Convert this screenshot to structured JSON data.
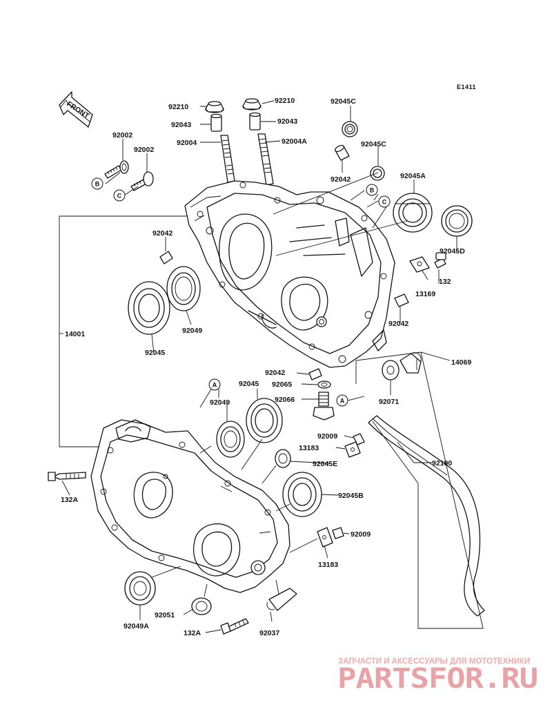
{
  "diagram_code": "E1411",
  "front_label": "FRONT",
  "labels": {
    "p92210_left": "92210",
    "p92210_right": "92210",
    "p92043_left": "92043",
    "p92043_right": "92043",
    "p92004": "92004",
    "p92004A": "92004A",
    "p92045C_top": "92045C",
    "p92045C_mid": "92045C",
    "p92002_top": "92002",
    "p92002_mid": "92002",
    "p92042_upper_right": "92042",
    "p92045A": "92045A",
    "p92042_left": "92042",
    "p92045D": "92045D",
    "p132": "132",
    "p13169": "13169",
    "p92049_upper": "92049",
    "p92045_upper": "92045",
    "p92042_mid_right": "92042",
    "p14001": "14001",
    "p14069": "14069",
    "p92042_lower": "92042",
    "p92065": "92065",
    "p92066": "92066",
    "p92071": "92071",
    "p92045_lower": "92045",
    "p92049_lower": "92049",
    "p92009_upper": "92009",
    "p13183_upper": "13183",
    "p92045E": "92045E",
    "p92190": "92190",
    "p132A_left": "132A",
    "p92045B": "92045B",
    "p92009_lower": "92009",
    "p13183_lower": "13183",
    "p92051": "92051",
    "p92049A": "92049A",
    "p132A_bottom": "132A",
    "p92037": "92037"
  },
  "refs": {
    "B_left": "B",
    "C_left": "C",
    "B_right": "B",
    "C_right": "C",
    "A_top": "A",
    "A_mid": "A"
  },
  "watermark": {
    "tagline": "ЗАПЧАСТИ И АКСЕССУАРЫ ДЛЯ МОТОТЕХНИКИ",
    "brand": "PARTSFOR.RU"
  }
}
